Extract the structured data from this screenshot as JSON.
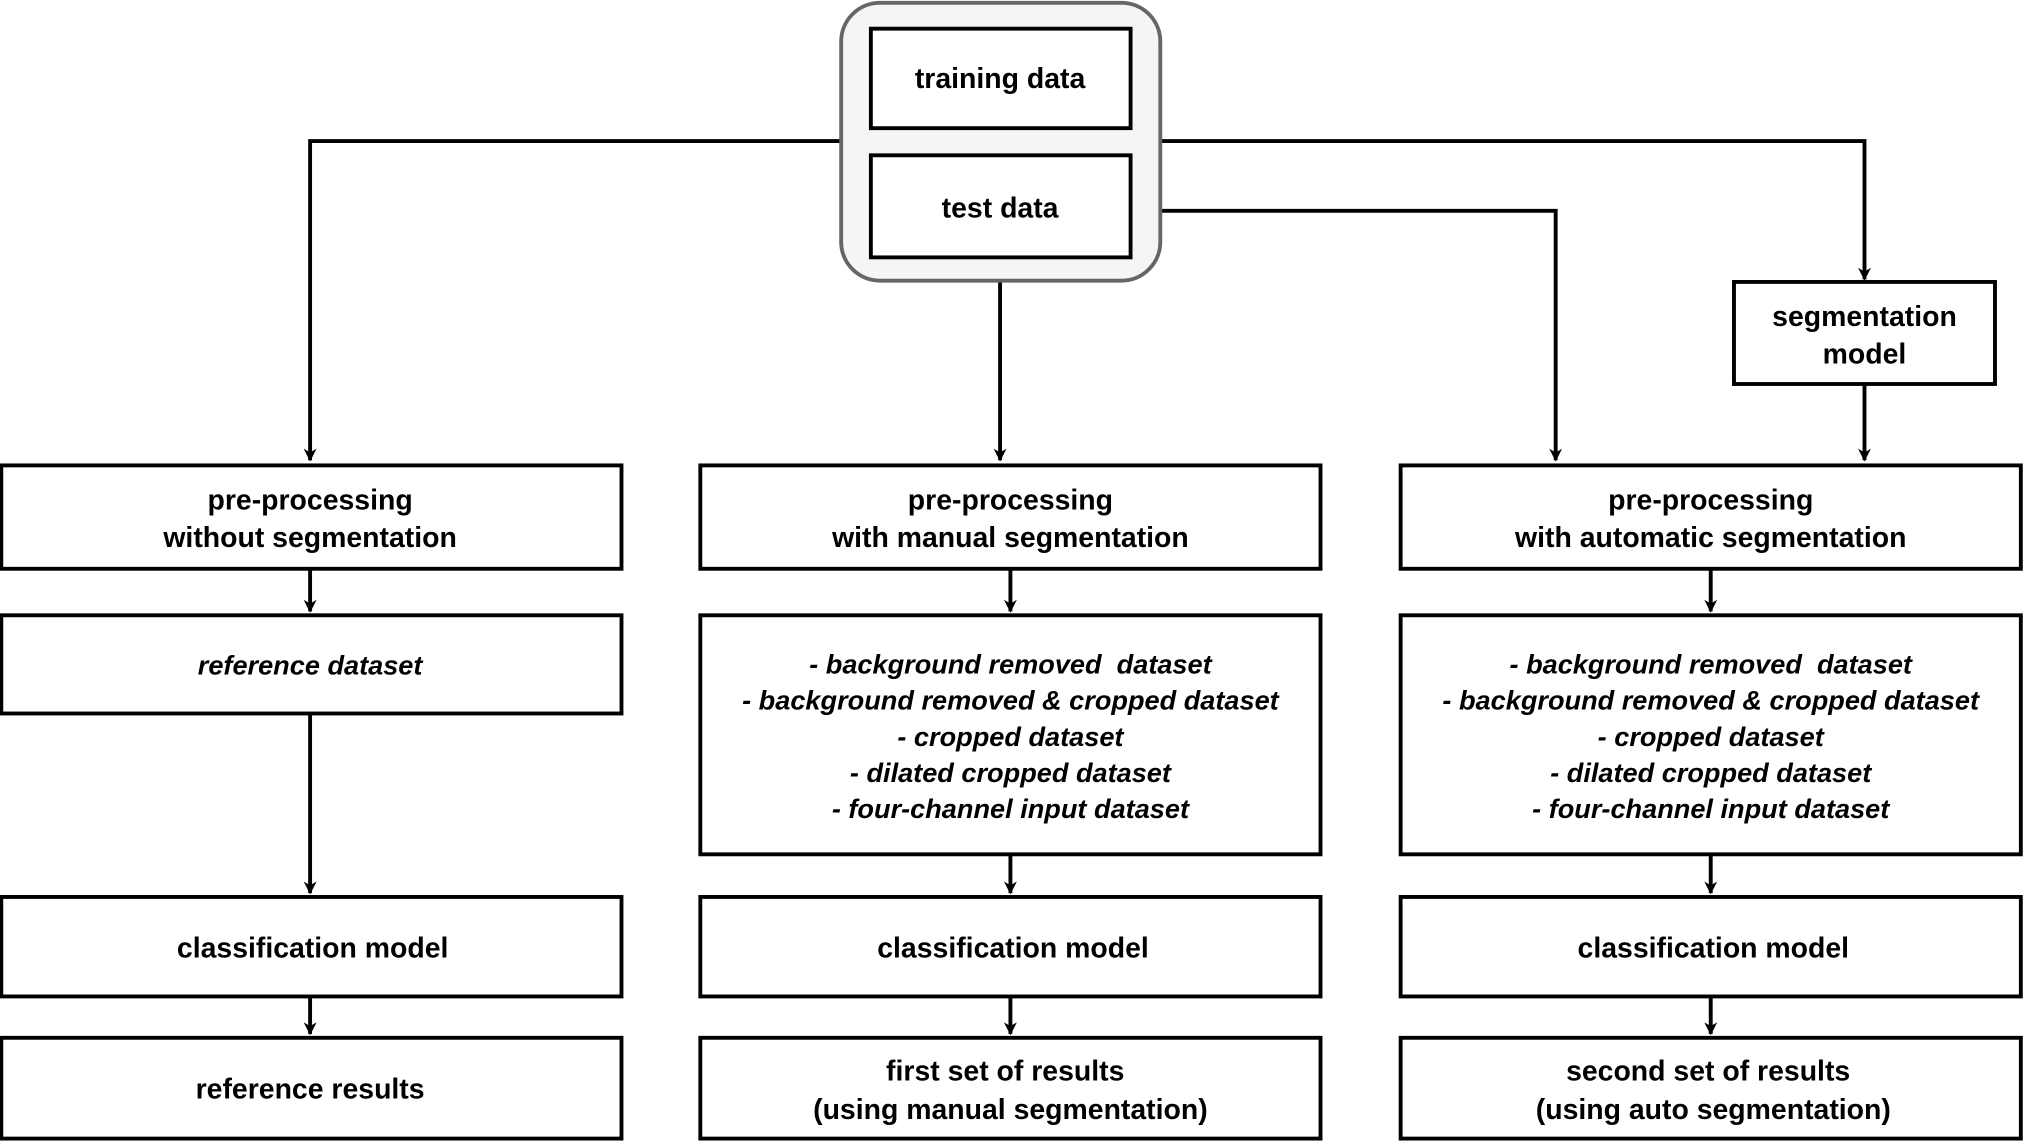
{
  "data_group": {
    "training": "training data",
    "test": "test data"
  },
  "segmentation_model": [
    "segmentation",
    "model"
  ],
  "columns": [
    {
      "preprocessing": [
        "pre-processing",
        "without segmentation"
      ],
      "datasets": [
        "reference dataset"
      ],
      "model": "classification model",
      "results": [
        "reference results"
      ]
    },
    {
      "preprocessing": [
        "pre-processing",
        "with manual segmentation"
      ],
      "datasets": [
        "- background removed  dataset",
        "- background removed & cropped dataset",
        "- cropped dataset",
        "- dilated cropped dataset",
        "- four-channel input dataset"
      ],
      "model": "classification model",
      "results": [
        "first set of results",
        "(using manual segmentation)"
      ]
    },
    {
      "preprocessing": [
        "pre-processing",
        "with automatic segmentation"
      ],
      "datasets": [
        "- background removed  dataset",
        "- background removed & cropped dataset",
        "- cropped dataset",
        "- dilated cropped dataset",
        "- four-channel input dataset"
      ],
      "model": "classification model",
      "results": [
        "second set of results",
        "(using auto segmentation)"
      ]
    }
  ]
}
